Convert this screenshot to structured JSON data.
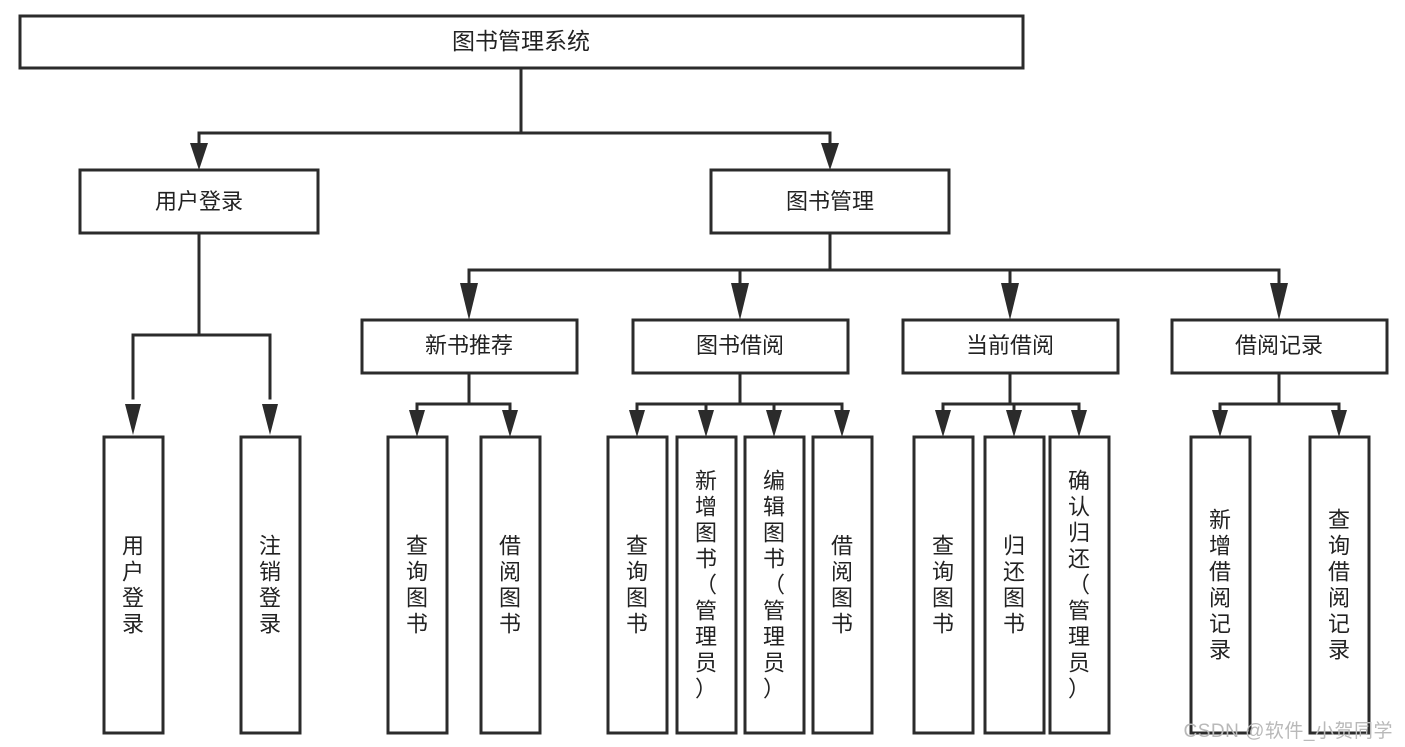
{
  "diagram": {
    "type": "tree-hierarchy",
    "title": "图书管理系统",
    "watermark": "CSDN @软件_小贺同学",
    "colors": {
      "stroke": "#2b2b2b",
      "fill": "#ffffff",
      "text": "#222222",
      "background": "#ffffff",
      "watermark": "#b9b9b9"
    },
    "levels": [
      {
        "level": 1,
        "nodes": [
          {
            "id": "root",
            "label": "图书管理系统",
            "orientation": "horizontal"
          }
        ]
      },
      {
        "level": 2,
        "nodes": [
          {
            "id": "user-login",
            "label": "用户登录",
            "orientation": "horizontal",
            "parent": "root"
          },
          {
            "id": "book-manage",
            "label": "图书管理",
            "orientation": "horizontal",
            "parent": "root"
          }
        ]
      },
      {
        "level": 3,
        "nodes": [
          {
            "id": "new-book-rec",
            "label": "新书推荐",
            "orientation": "horizontal",
            "parent": "book-manage"
          },
          {
            "id": "book-borrow",
            "label": "图书借阅",
            "orientation": "horizontal",
            "parent": "book-manage"
          },
          {
            "id": "current-borrow",
            "label": "当前借阅",
            "orientation": "horizontal",
            "parent": "book-manage"
          },
          {
            "id": "borrow-record",
            "label": "借阅记录",
            "orientation": "horizontal",
            "parent": "book-manage"
          }
        ]
      },
      {
        "level": 4,
        "nodes": [
          {
            "id": "leaf-user-login",
            "label": "用户登录",
            "orientation": "vertical",
            "parent": "user-login"
          },
          {
            "id": "leaf-logout-login",
            "label": "注销登录",
            "orientation": "vertical",
            "parent": "user-login"
          },
          {
            "id": "leaf-query-book-1",
            "label": "查询图书",
            "orientation": "vertical",
            "parent": "new-book-rec"
          },
          {
            "id": "leaf-borrow-book-1",
            "label": "借阅图书",
            "orientation": "vertical",
            "parent": "new-book-rec"
          },
          {
            "id": "leaf-query-book-2",
            "label": "查询图书",
            "orientation": "vertical",
            "parent": "book-borrow"
          },
          {
            "id": "leaf-add-book",
            "label": "新增图书（管理员）",
            "orientation": "vertical",
            "parent": "book-borrow"
          },
          {
            "id": "leaf-edit-book",
            "label": "编辑图书（管理员）",
            "orientation": "vertical",
            "parent": "book-borrow"
          },
          {
            "id": "leaf-borrow-book-2",
            "label": "借阅图书",
            "orientation": "vertical",
            "parent": "book-borrow"
          },
          {
            "id": "leaf-query-book-3",
            "label": "查询图书",
            "orientation": "vertical",
            "parent": "current-borrow"
          },
          {
            "id": "leaf-return-book",
            "label": "归还图书",
            "orientation": "vertical",
            "parent": "current-borrow"
          },
          {
            "id": "leaf-confirm-return",
            "label": "确认归还（管理员）",
            "orientation": "vertical",
            "parent": "current-borrow"
          },
          {
            "id": "leaf-add-record",
            "label": "新增借阅记录",
            "orientation": "vertical",
            "parent": "borrow-record"
          },
          {
            "id": "leaf-query-record",
            "label": "查询借阅记录",
            "orientation": "vertical",
            "parent": "borrow-record"
          }
        ]
      }
    ]
  }
}
